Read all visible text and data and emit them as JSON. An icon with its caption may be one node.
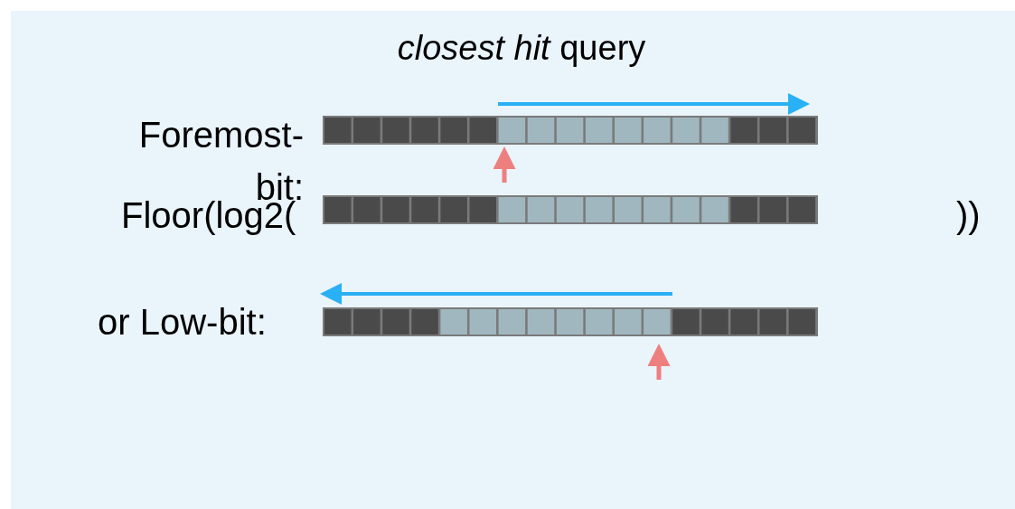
{
  "diagram": {
    "title": "*closest hit* query",
    "labels": [
      "Foremost-bit:",
      "Floor(log2(",
      "))",
      "or Low-bit:"
    ]
  }
}
